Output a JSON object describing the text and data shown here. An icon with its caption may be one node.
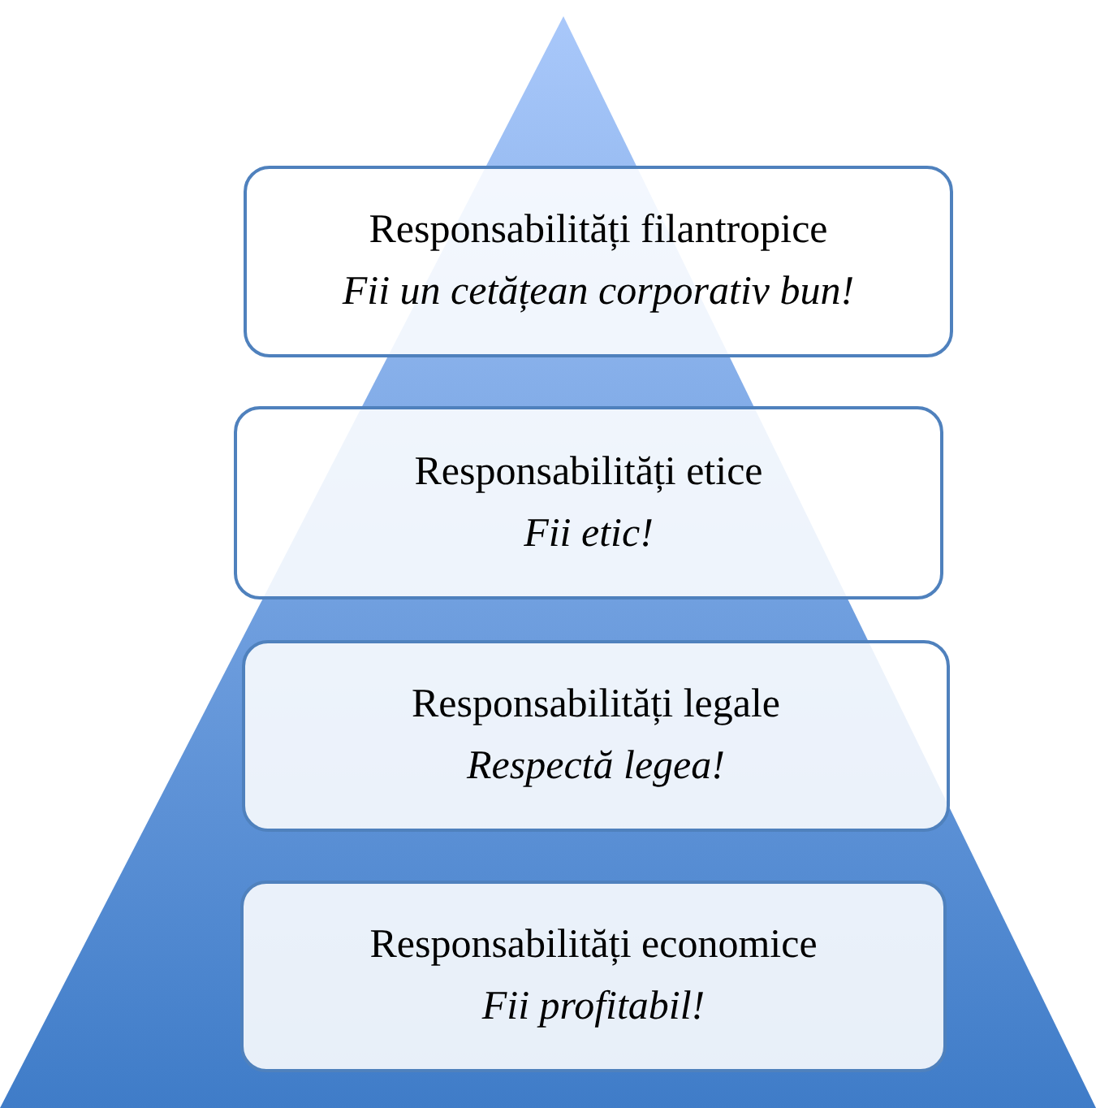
{
  "diagram": {
    "nodes": [
      {
        "text": [
          "Responsabilități filantropice",
          "Fii un cetățean corporativ bun!"
        ]
      },
      {
        "text": [
          "Responsabilități etice",
          "Fii etic!"
        ]
      },
      {
        "text": [
          "Responsabilități legale",
          "Respectă legea!"
        ]
      },
      {
        "text": [
          "Responsabilități economice",
          "Fii profitabil!"
        ]
      }
    ]
  }
}
